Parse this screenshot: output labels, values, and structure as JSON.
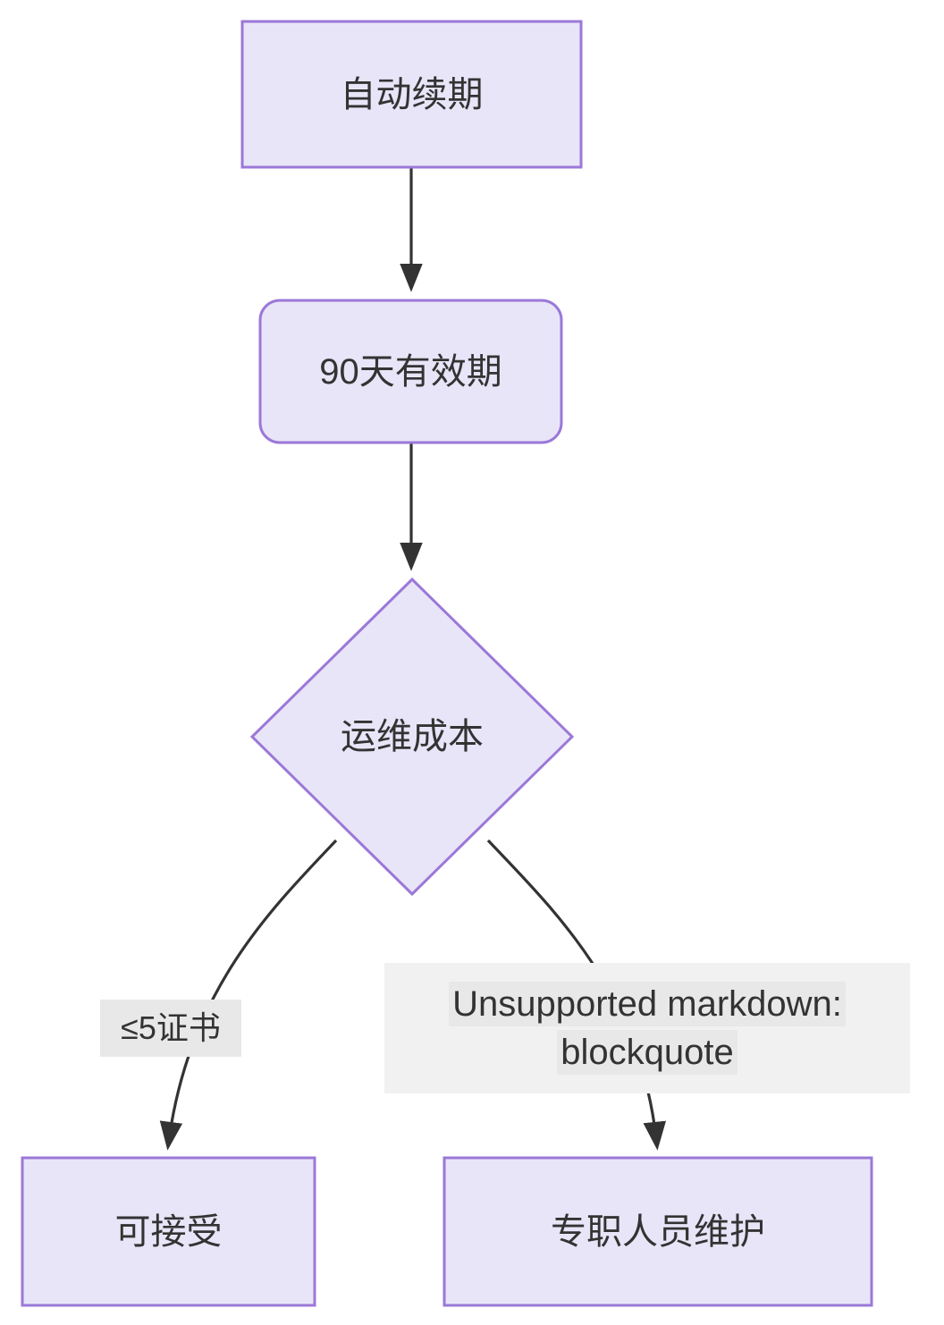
{
  "diagram": {
    "type": "flowchart",
    "direction": "top-down",
    "background_color": "#ffffff",
    "node_fill_color": "#e8e5f8",
    "node_border_color": "#9b78d8",
    "edge_color": "#333333",
    "label_background_color": "#e8e8e8",
    "nodes": [
      {
        "id": "auto-renew",
        "label": "自动续期",
        "shape": "rectangle"
      },
      {
        "id": "validity-90-days",
        "label": "90天有效期",
        "shape": "rounded-rectangle"
      },
      {
        "id": "ops-cost",
        "label": "运维成本",
        "shape": "diamond"
      },
      {
        "id": "acceptable",
        "label": "可接受",
        "shape": "rectangle"
      },
      {
        "id": "dedicated-staff",
        "label": "专职人员维护",
        "shape": "rectangle"
      }
    ],
    "edges": [
      {
        "from": "auto-renew",
        "to": "validity-90-days",
        "label": ""
      },
      {
        "from": "validity-90-days",
        "to": "ops-cost",
        "label": ""
      },
      {
        "from": "ops-cost",
        "to": "acceptable",
        "label": "≤5证书"
      },
      {
        "from": "ops-cost",
        "to": "dedicated-staff",
        "label_line1": "Unsupported markdown:",
        "label_line2": "blockquote"
      }
    ]
  }
}
